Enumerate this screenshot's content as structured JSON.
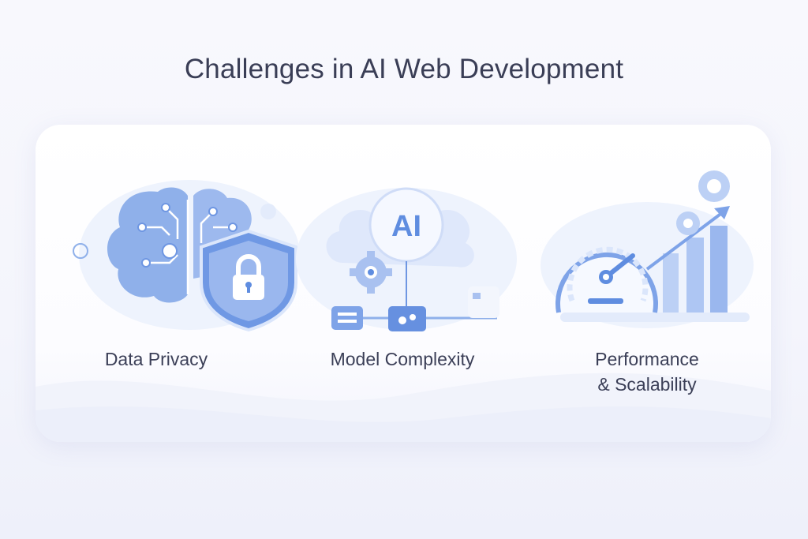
{
  "title": "Challenges in AI Web Development",
  "items": [
    {
      "label": "Data Privacy",
      "icon": "brain-shield-lock-icon"
    },
    {
      "label": "Model Complexity",
      "icon": "ai-cloud-network-icon",
      "icon_text": "AI"
    },
    {
      "label_line1": "Performance",
      "label_line2": "& Scalability",
      "icon": "speedometer-growth-chart-icon"
    }
  ],
  "colors": {
    "accent": "#5f8de0",
    "light_accent": "#bcd0f5",
    "text": "#3b3f57"
  }
}
